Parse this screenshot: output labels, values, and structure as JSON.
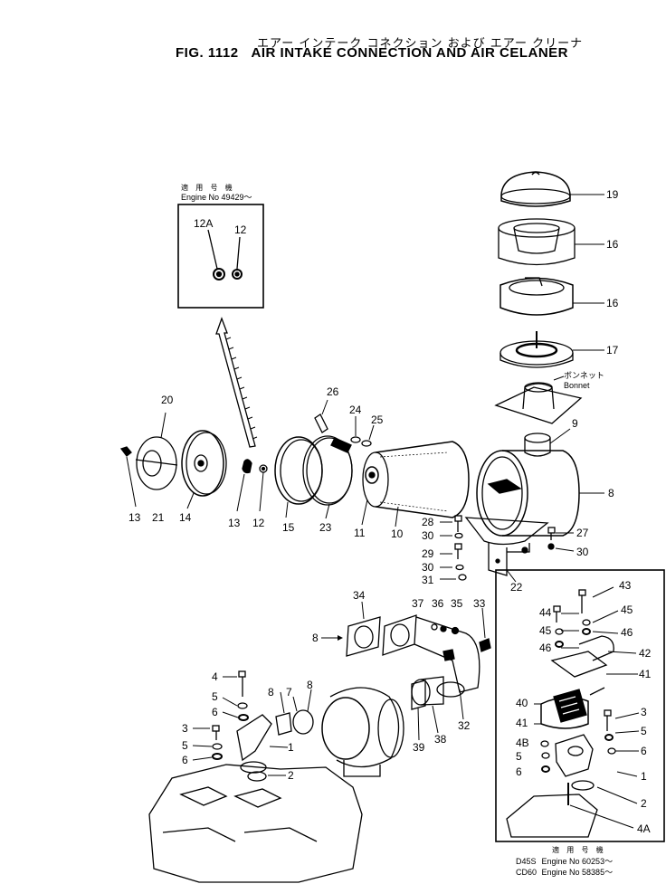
{
  "header": {
    "jp_title": "エアー インテーク コネクション および エアー クリーナ",
    "fig_no": "FIG. 1112",
    "fig_title": "AIR INTAKE CONNECTION AND AIR CELANER"
  },
  "inset": {
    "kanji": "適 用 号 機",
    "engine": "Engine No 49429～",
    "parts": [
      "12A",
      "12"
    ]
  },
  "bonnet": {
    "kana": "ボンネット",
    "en": "Bonnet"
  },
  "footer": {
    "kanji": "適 用 号 機",
    "rows": [
      {
        "model": "D45S",
        "engine": "Engine No 60253～"
      },
      {
        "model": "CD60",
        "engine": "Engine No 58385～"
      }
    ]
  },
  "callouts": {
    "p19": "19",
    "p16a": "16",
    "p16b": "16",
    "p17": "17",
    "p9": "9",
    "p8a": "8",
    "p20": "20",
    "p26": "26",
    "p24": "24",
    "p25": "25",
    "p13a": "13",
    "p21": "21",
    "p14": "14",
    "p13b": "13",
    "p12": "12",
    "p15": "15",
    "p23": "23",
    "p11": "11",
    "p10": "10",
    "p28": "28",
    "p30a": "30",
    "p29": "29",
    "p30b": "30",
    "p31": "31",
    "p22": "22",
    "p27": "27",
    "p30c": "30",
    "p34": "34",
    "p8b": "8",
    "p37": "37",
    "p36": "36",
    "p35": "35",
    "p33": "33",
    "p4a": "4",
    "p5a": "5",
    "p6a": "6",
    "p3a": "3",
    "p5b": "5",
    "p6b": "6",
    "p8c": "8",
    "p7": "7",
    "p8d": "8",
    "p1a": "1",
    "p2a": "2",
    "p39": "39",
    "p38": "38",
    "p32": "32",
    "p43": "43",
    "p44": "44",
    "p45a": "45",
    "p45b": "45",
    "p46a": "46",
    "p46b": "46",
    "p42": "42",
    "p41a": "41",
    "p40": "40",
    "p41b": "41",
    "p3b": "3",
    "p5c": "5",
    "p6c": "6",
    "p4b": "4B",
    "p5d": "5",
    "p6d": "6",
    "p1b": "1",
    "p2b": "2",
    "p4c": "4A"
  }
}
